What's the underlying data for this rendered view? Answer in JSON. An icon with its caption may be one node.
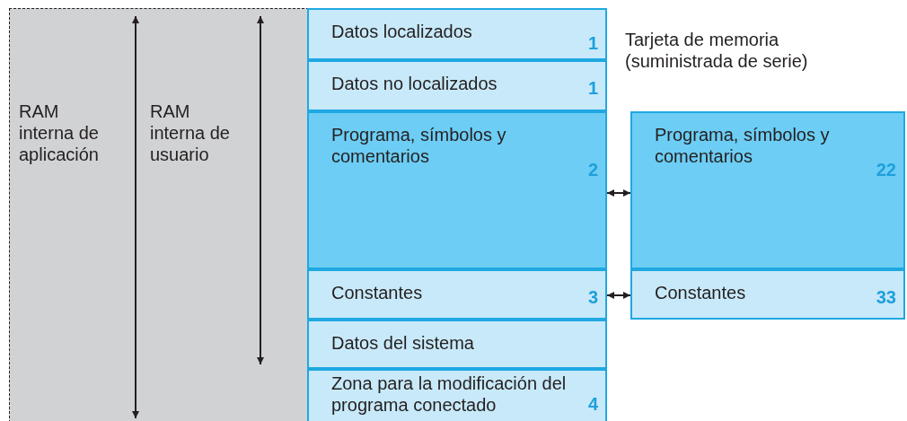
{
  "diagram": {
    "nodes": [
      {
        "text": [
          "RAM interna de aplicación",
          "RAM interna de usuario"
        ]
      },
      {
        "text": [
          "Datos localizados",
          "1"
        ]
      },
      {
        "text": [
          "Datos no localizados",
          "1"
        ]
      },
      {
        "text": [
          "Programa, símbolos y comentarios",
          "2"
        ]
      },
      {
        "text": [
          "Constantes",
          "3"
        ]
      },
      {
        "text": [
          "Datos del sistema"
        ]
      },
      {
        "text": [
          "Zona para la modificación del programa conectado",
          "4"
        ]
      },
      {
        "text": [
          "Tarjeta de memoria (suministrada de serie)"
        ]
      },
      {
        "text": [
          "Programa, símbolos y comentarios",
          "22"
        ],
        "in": 7
      },
      {
        "text": [
          "Constantes",
          "33"
        ],
        "in": 7
      }
    ],
    "edges": [
      {
        "from": 3,
        "to": 8,
        "arrow": "both"
      },
      {
        "from": 4,
        "to": 9,
        "arrow": "both"
      }
    ]
  }
}
